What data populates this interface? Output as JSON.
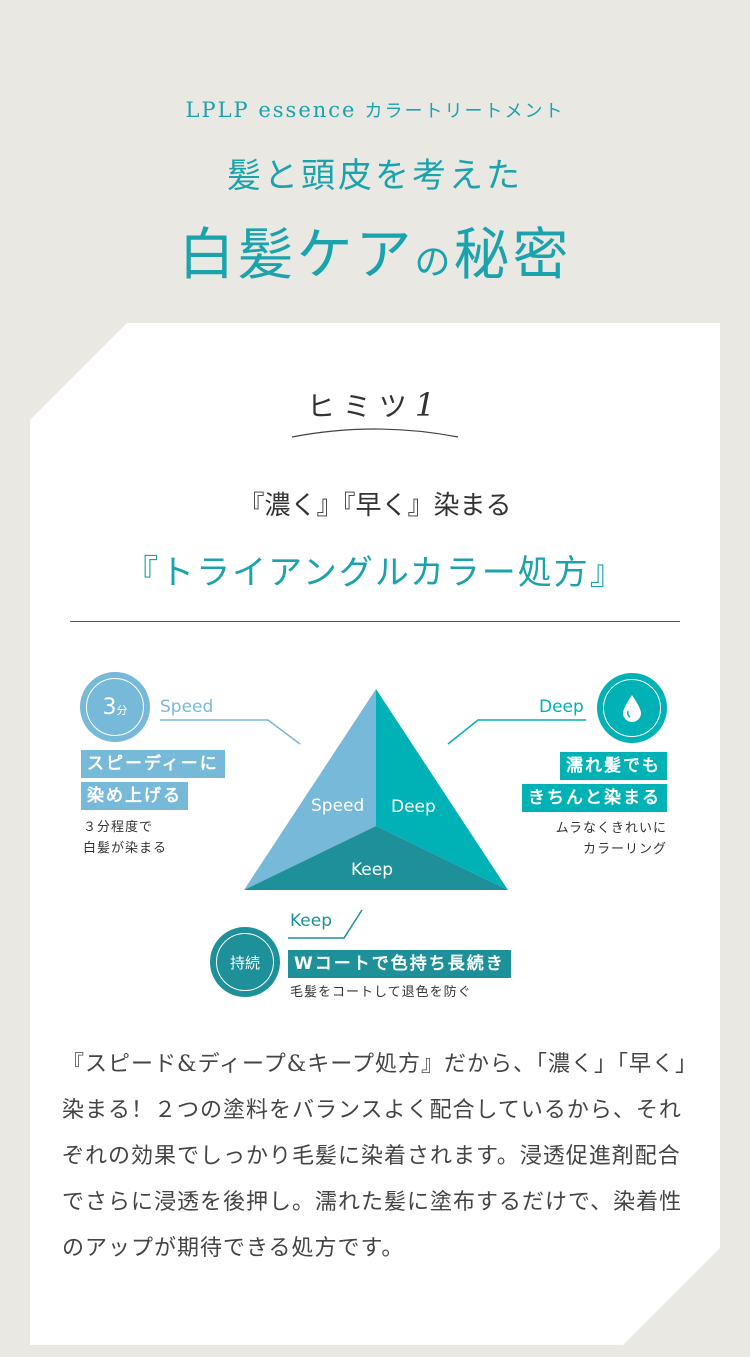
{
  "header": {
    "brand": "LPLP essence",
    "product": "カラートリートメント",
    "line1": "髪と頭皮を考えた",
    "line2a": "白髪ケア",
    "line2b": "の",
    "line2c": "秘密"
  },
  "section": {
    "title": "ヒミツ",
    "number": "1",
    "subtitle": "『濃く』『早く』染まる",
    "headline": "『トライアングルカラー処方』"
  },
  "diagram": {
    "colors": {
      "speed": "#77b9d8",
      "deep": "#00b1b5",
      "keep": "#1e9099"
    },
    "triangle": {
      "speed": "Speed",
      "deep": "Deep",
      "keep": "Keep"
    },
    "speed": {
      "icon_text": "3",
      "icon_unit": "分",
      "label": "Speed",
      "box1": "スピーディーに",
      "box2": "染め上げる",
      "desc1": "３分程度で",
      "desc2": "白髪が染まる"
    },
    "deep": {
      "label": "Deep",
      "box1": "濡れ髪でも",
      "box2": "きちんと染まる",
      "desc1": "ムラなくきれいに",
      "desc2": "カラーリング"
    },
    "keep": {
      "icon_text": "持続",
      "label": "Keep",
      "box1": "Wコートで色持ち長続き",
      "desc1": "毛髪をコートして退色を防ぐ"
    }
  },
  "body_text": "『スピード&ディープ&キープ処方』だから、「濃く」「早く」染まる！２つの塗料をバランスよく配合しているから、それぞれの効果でしっかり毛髪に染着されます。浸透促進剤配合でさらに浸透を後押し。濡れた髪に塗布するだけで、染着性のアップが期待できる処方です。"
}
